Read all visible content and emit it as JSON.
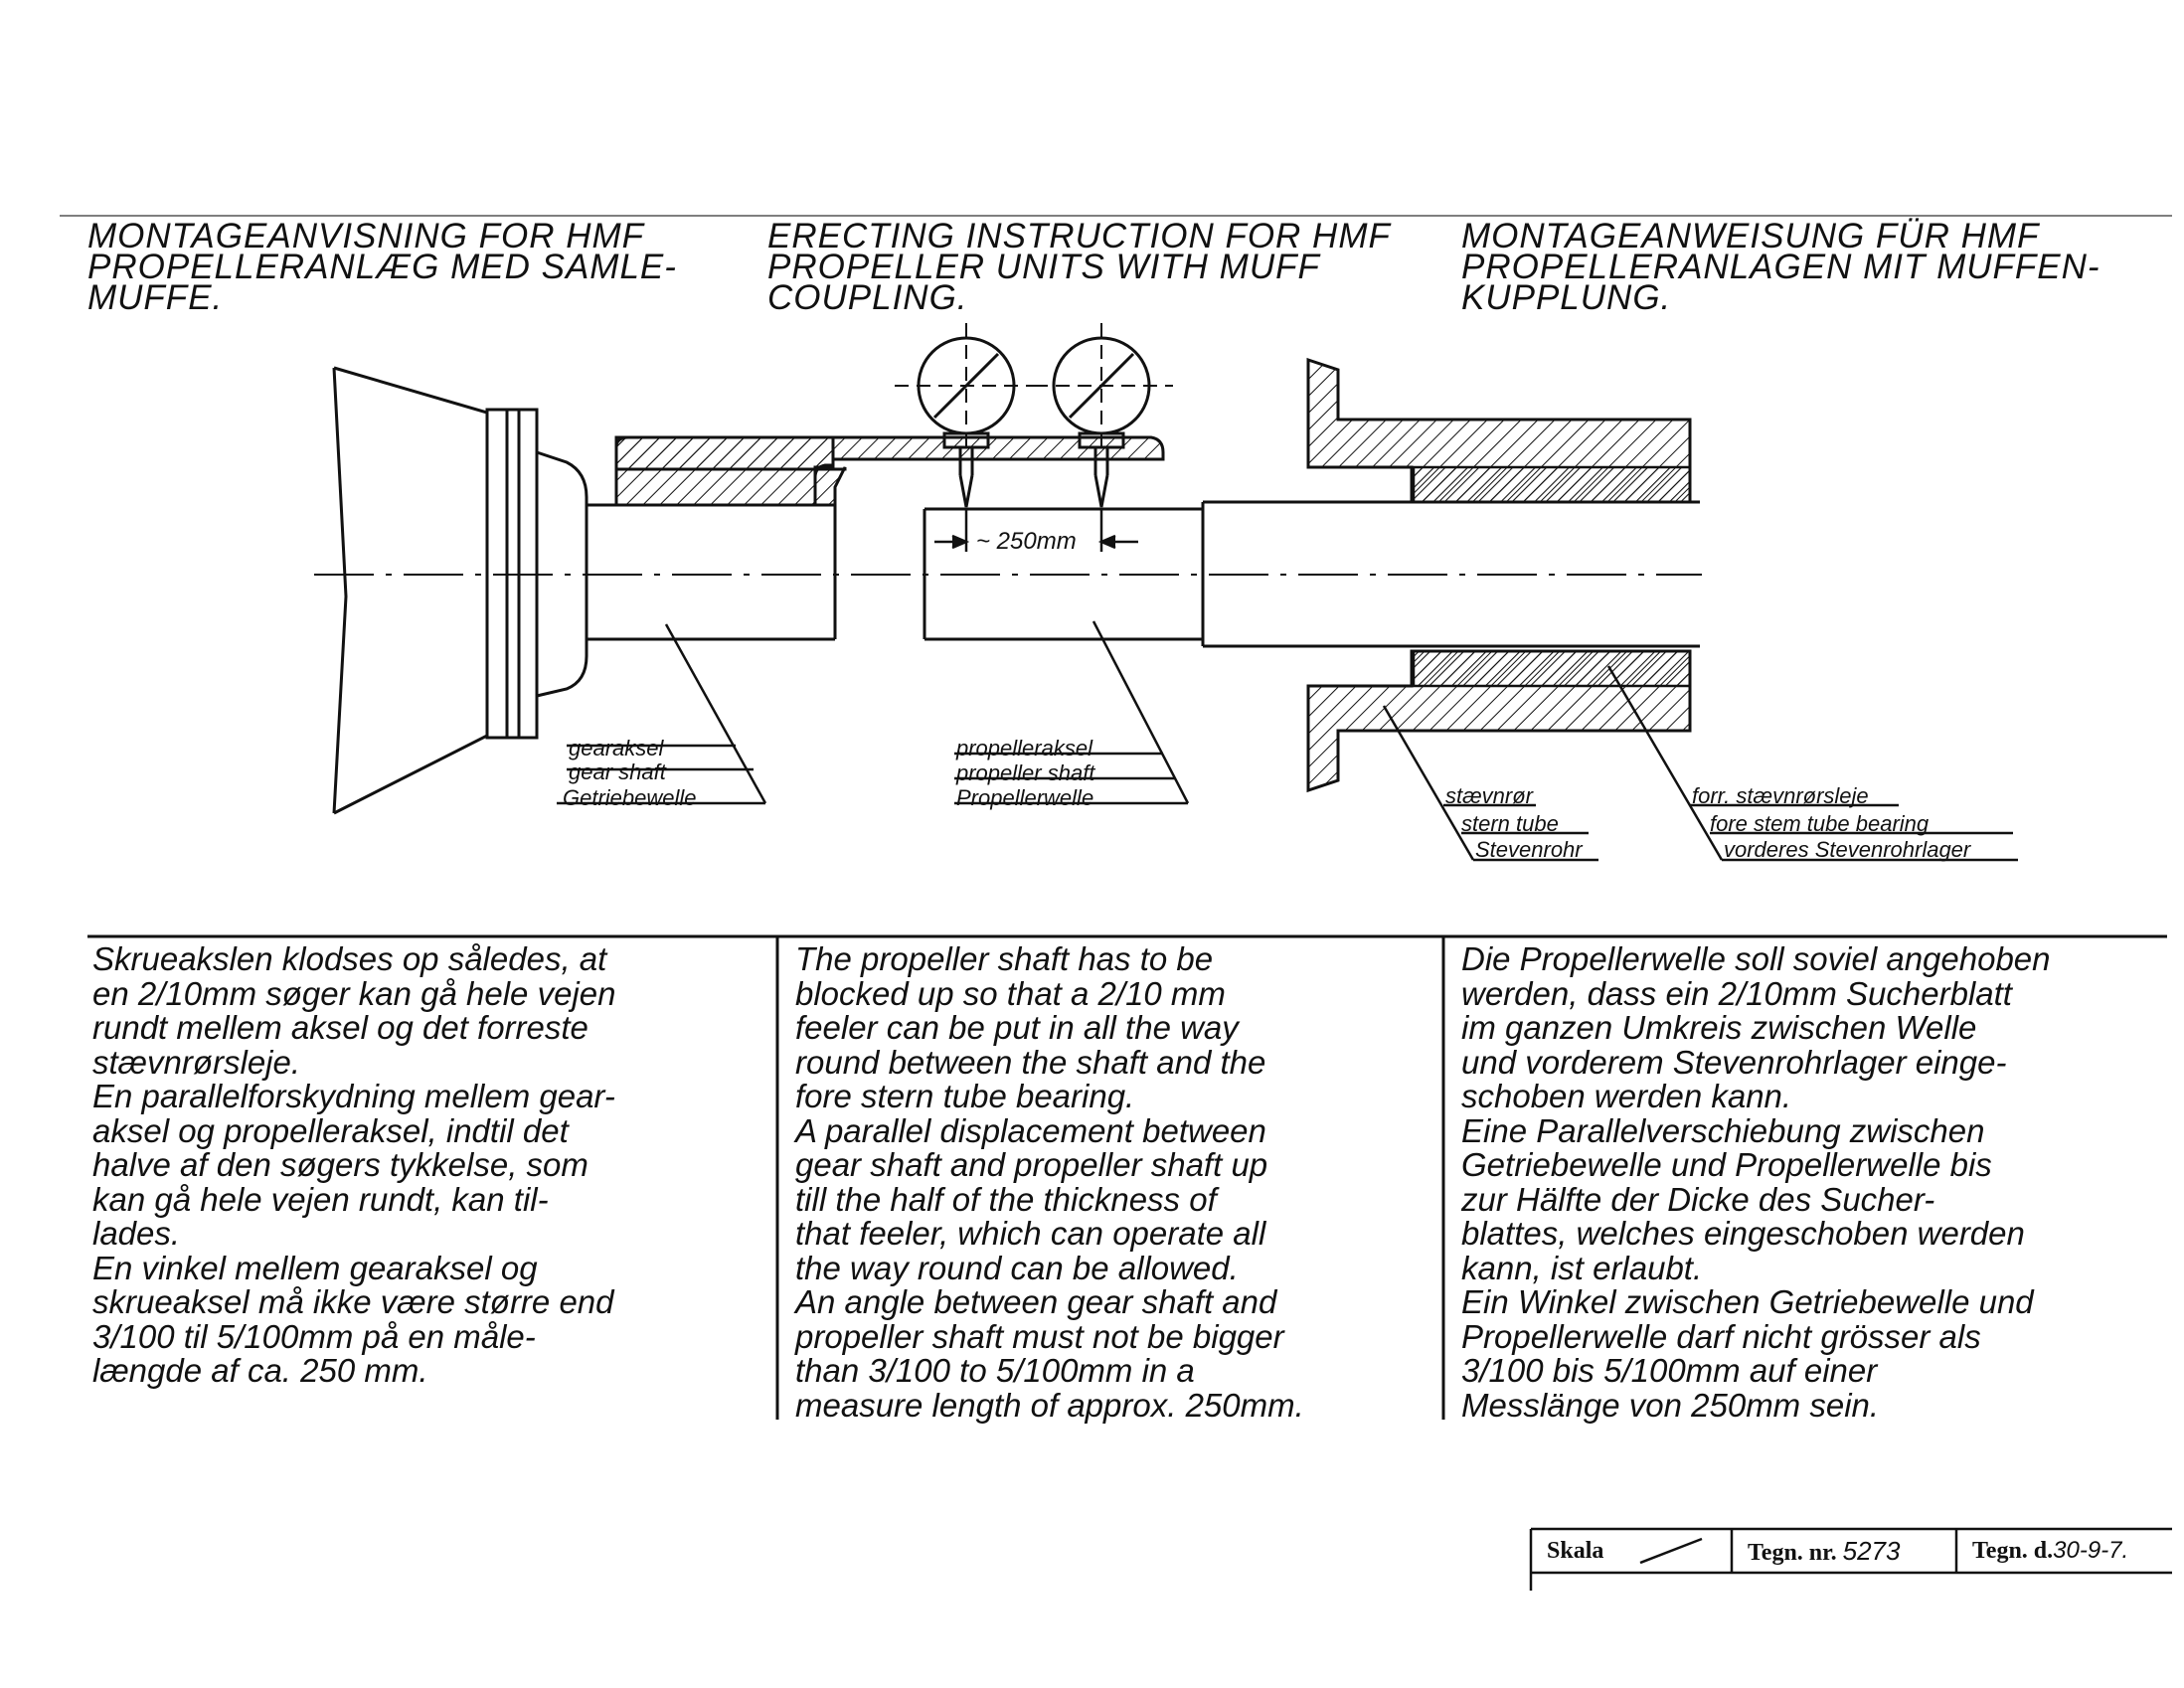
{
  "titles": [
    {
      "lines": [
        "MONTAGEANVISNING FOR HMF",
        "PROPELLERANLÆG MED SAMLE-",
        "MUFFE."
      ]
    },
    {
      "lines": [
        "ERECTING INSTRUCTION FOR HMF",
        "PROPELLER UNITS WITH MUFF",
        "COUPLING."
      ]
    },
    {
      "lines": [
        "MONTAGEANWEISUNG FÜR HMF",
        "PROPELLERANLAGEN MIT MUFFEN-",
        "KUPPLUNG."
      ]
    }
  ],
  "diagram": {
    "dimension_label": "~ 250mm",
    "labels": {
      "gear": [
        "gearaksel",
        "gear  shaft",
        "Getriebewelle"
      ],
      "propeller": [
        "propelleraksel",
        "propeller  shaft",
        "Propellerwelle"
      ],
      "stern_tube": [
        "stævnrør",
        "stern  tube",
        "Stevenrohr"
      ],
      "bearing": [
        "forr. stævnrørsleje",
        "fore  stem  tube  bearing",
        "vorderes  Stevenrohrlager"
      ]
    }
  },
  "columns": [
    {
      "lines": [
        "Skrueakslen  klodses op således, at",
        "en 2/10mm  søger kan gå hele vejen",
        "rundt mellem aksel og det forreste",
        "stævnrørsleje.",
        "En parallelforskydning mellem gear-",
        "aksel og propelleraksel, indtil det",
        "halve af den søgers tykkelse, som",
        "kan gå hele vejen rundt, kan  til-",
        "lades.",
        "En vinkel mellem  gearaksel og",
        "skrueaksel må ikke  være større end",
        "3/100  til  5/100mm på en måle-",
        "længde af ca. 250 mm."
      ]
    },
    {
      "lines": [
        "The propeller shaft has to be",
        "blocked up so that a 2/10 mm",
        "feeler can be put in all the way",
        "round between the shaft and the",
        "fore stern tube bearing.",
        "A parallel displacement between",
        "gear shaft and propeller shaft up",
        "till the half of the thickness of",
        "that feeler, which can operate all",
        "the way round can be allowed.",
        "An angle between gear shaft and",
        "propeller  shaft must not be bigger",
        "than 3/100 to 5/100mm in a",
        "measure length of approx. 250mm."
      ]
    },
    {
      "lines": [
        "Die Propellerwelle soll soviel angehoben",
        "werden, dass ein 2/10mm Sucherblatt",
        "im ganzen Umkreis zwischen Welle",
        "und vorderem Stevenrohrlager einge-",
        "schoben werden kann.",
        "Eine Parallelverschiebung zwischen",
        "Getriebewelle und Propellerwelle bis",
        "zur Hälfte der Dicke des Sucher-",
        "blattes, welches eingeschoben werden",
        "kann, ist erlaubt.",
        "Ein Winkel zwischen Getriebewelle und",
        "Propellerwelle darf nicht grösser als",
        "3/100 bis 5/100mm auf einer",
        "Messlänge von 250mm  sein."
      ]
    }
  ],
  "title_block": {
    "scale_label": "Skala",
    "drawing_no_label": "Tegn. nr.",
    "drawing_no": "5273",
    "date_label": "Tegn. d.",
    "date": "30-9-7."
  }
}
